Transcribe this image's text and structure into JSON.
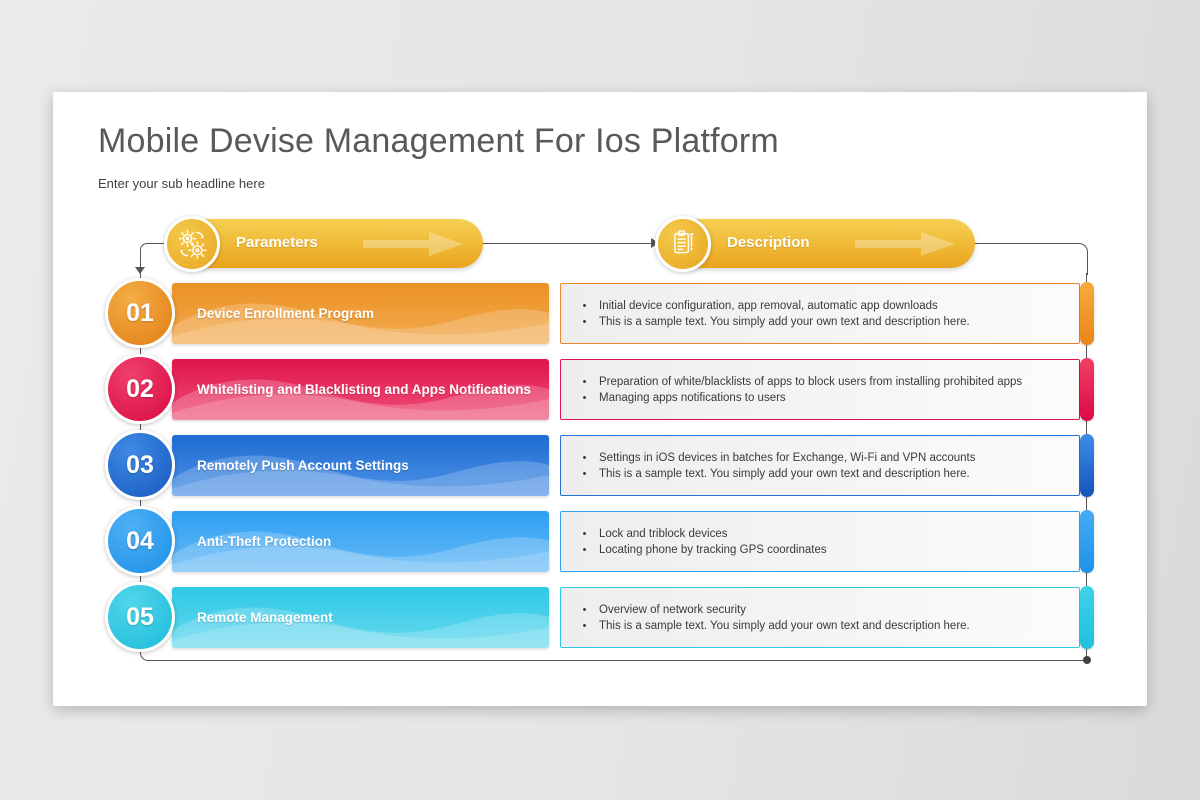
{
  "slide": {
    "title": "Mobile Devise Management For Ios Platform",
    "subtitle": "Enter your sub headline here"
  },
  "headers": {
    "parameters": {
      "label": "Parameters",
      "icon": "gears-sync-icon"
    },
    "description": {
      "label": "Description",
      "icon": "clipboard-pencil-icon"
    },
    "accent_color": "#E9A41D"
  },
  "connector_color": "#555555",
  "rows": [
    {
      "number": "01",
      "label": "Device Enrollment Program",
      "bullets": [
        "Initial device configuration, app removal, automatic app downloads",
        "This is a sample text. You simply add your own text and description here."
      ],
      "colors": {
        "border": "#E8882B",
        "banner_a": "#EC9124",
        "banner_b": "#F2AB50",
        "circle_a": "#F4AD45",
        "circle_b": "#E07E15",
        "pill_a": "#F7AC3C",
        "pill_b": "#EA841A"
      }
    },
    {
      "number": "02",
      "label": "Whitelisting and Blacklisting and Apps Notifications",
      "bullets": [
        "Preparation of white/blacklists of apps to block users from installing prohibited apps",
        "Managing apps notifications to users"
      ],
      "colors": {
        "border": "#E0134B",
        "banner_a": "#E0144B",
        "banner_b": "#EE5078",
        "circle_a": "#EF3F6B",
        "circle_b": "#D90A42",
        "pill_a": "#F23F66",
        "pill_b": "#DB0A44"
      }
    },
    {
      "number": "03",
      "label": "Remotely Push Account Settings",
      "bullets": [
        "Settings in iOS devices in batches for Exchange, Wi-Fi and VPN accounts",
        "This is a sample text. You simply add your own text and description here."
      ],
      "colors": {
        "border": "#2273D6",
        "banner_a": "#1F6DD2",
        "banner_b": "#4C91E5",
        "circle_a": "#3F8AE4",
        "circle_b": "#1659BE",
        "pill_a": "#3E8CE8",
        "pill_b": "#1455BC"
      }
    },
    {
      "number": "04",
      "label": "Anti-Theft Protection",
      "bullets": [
        "Lock and triblock devices",
        "Locating phone by tracking GPS coordinates"
      ],
      "colors": {
        "border": "#34A3F2",
        "banner_a": "#2F9FF1",
        "banner_b": "#66BAF7",
        "circle_a": "#4EB0F5",
        "circle_b": "#1C90E6",
        "pill_a": "#45ABF4",
        "pill_b": "#1E92E9"
      }
    },
    {
      "number": "05",
      "label": "Remote Management",
      "bullets": [
        "Overview of network security",
        "This is a sample text. You simply add your own text and description here."
      ],
      "colors": {
        "border": "#2FC9E6",
        "banner_a": "#2EC8E6",
        "banner_b": "#66D9EE",
        "circle_a": "#4FD6EA",
        "circle_b": "#1EBBDB",
        "pill_a": "#3FD2E8",
        "pill_b": "#20BFDF"
      }
    }
  ]
}
